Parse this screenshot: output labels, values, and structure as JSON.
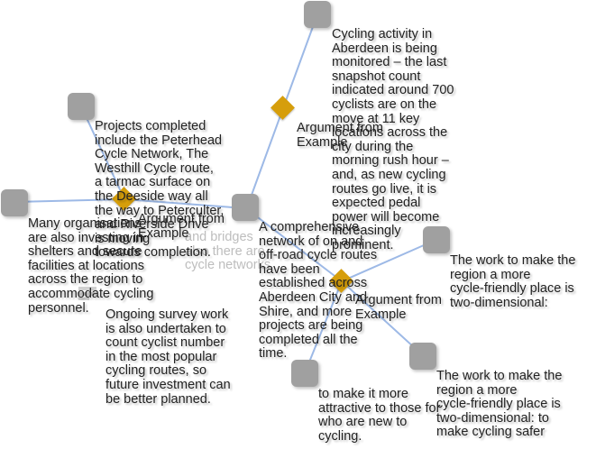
{
  "diagram": {
    "edge_color": "#9db9e6",
    "node_color": "#a0a0a0",
    "diamond_color": "#d69e0b",
    "nodes": {
      "top": {},
      "left_upper": {},
      "left": {},
      "center": {},
      "right_upper": {},
      "right_lower": {},
      "bottom": {}
    },
    "labels": {
      "argument_top": "Argument from\nExample",
      "argument_left": "Argument from\nExample",
      "argument_right": "Argument from\nExample"
    },
    "texts": {
      "cycling_activity": "Cycling activity in\nAberdeen is being\nmonitored – the last\nsnapshot count\nindicated around 700\ncyclists are on the\nmove at 11 key\nlocations across the\ncity during the\nmorning rush hour –\nand, as new cycling\nroutes go live, it is\nexpected pedal\npower will become\nincreasingly\nprominent.",
      "projects_completed": "Projects completed\ninclude the Peterhead\nCycle Network, The\nWesthill Cycle route,\na tarmac surface on\nthe Deeside way all\nthe way to Peterculter,\nand Riverside Drive\nis moving\ntowards completion.",
      "many_organisations": "Many organisations\nare also investing in\nshelters and secure\nfacilities at locations\nacross the region to\naccommodate cycling\npersonnel.",
      "comprehensive_network": "A comprehensive\nnetwork of on and\noff-road cycle routes\nhave been\nestablished across\nAberdeen City and\nShire, and more\nprojects are being\ncompleted all the\ntime.",
      "ongoing_survey": "Ongoing survey work\nis also undertaken to\ncount cyclist number\nin the most popular\ncycling routes, so\nfuture investment can\nbe better planned.",
      "two_dimensional_1": "The work to make the\nregion a more\ncycle-friendly place is\ntwo-dimensional:",
      "two_dimensional_2": "The work to make the\nregion a more\ncycle-friendly place is\ntwo-dimensional: to\nmake cycling safer",
      "more_attractive": "to make it more\nattractive to those for\nwho are new to\ncycling.",
      "ghost_bridges": "and bridges\nalso there are\ncycle networks"
    }
  }
}
